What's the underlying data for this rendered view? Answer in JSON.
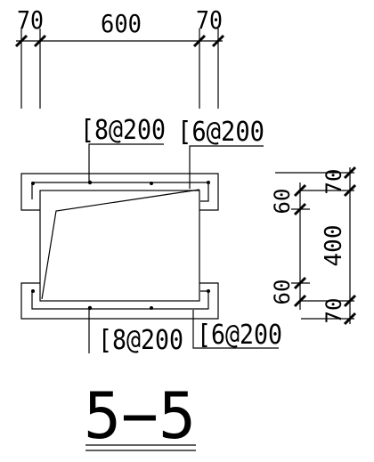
{
  "dimensions": {
    "top_left_cover": "70",
    "top_width": "600",
    "top_right_cover": "70",
    "right_top_cover": "70",
    "right_top_inner": "60",
    "right_height": "400",
    "right_bottom_inner": "60",
    "right_bottom_cover": "70"
  },
  "rebar_labels": {
    "top_left": "[8@200",
    "top_right": "[6@200",
    "bottom_left": "[8@200",
    "bottom_right": "[6@200"
  },
  "section_title": "5−5",
  "colors": {
    "line": "#000000",
    "background": "#ffffff"
  }
}
